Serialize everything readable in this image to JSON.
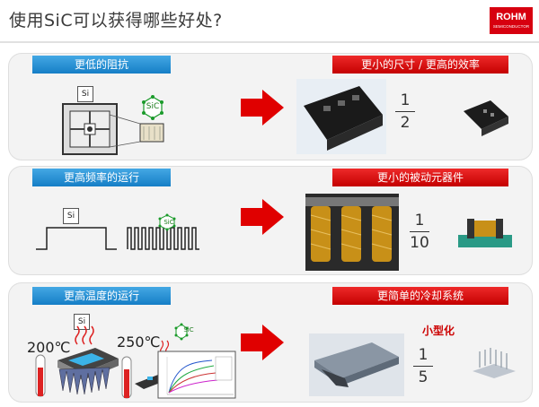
{
  "title": "使用SiC可以获得哪些好处?",
  "logo": {
    "brand": "ROHM",
    "sub": "SEMICONDUCTOR"
  },
  "rows": [
    {
      "left_label": "更低的阻抗",
      "right_label": "更小的尺寸 / 更高的效率",
      "si": "Si",
      "sic": "SiC",
      "frac_num": "1",
      "frac_den": "2"
    },
    {
      "left_label": "更高频率的运行",
      "right_label": "更小的被动元器件",
      "si": "Si",
      "sic": "SiC",
      "frac_num": "1",
      "frac_den": "10"
    },
    {
      "left_label": "更高温度的运行",
      "right_label": "更简单的冷却系统",
      "si": "Si",
      "sic": "SiC",
      "frac_num": "1",
      "frac_den": "5",
      "temp_si": "200℃",
      "temp_sic": "250℃",
      "note": "小型化"
    }
  ],
  "colors": {
    "blue": "#1a85cc",
    "red": "#d40000",
    "arrow": "#e00000"
  }
}
